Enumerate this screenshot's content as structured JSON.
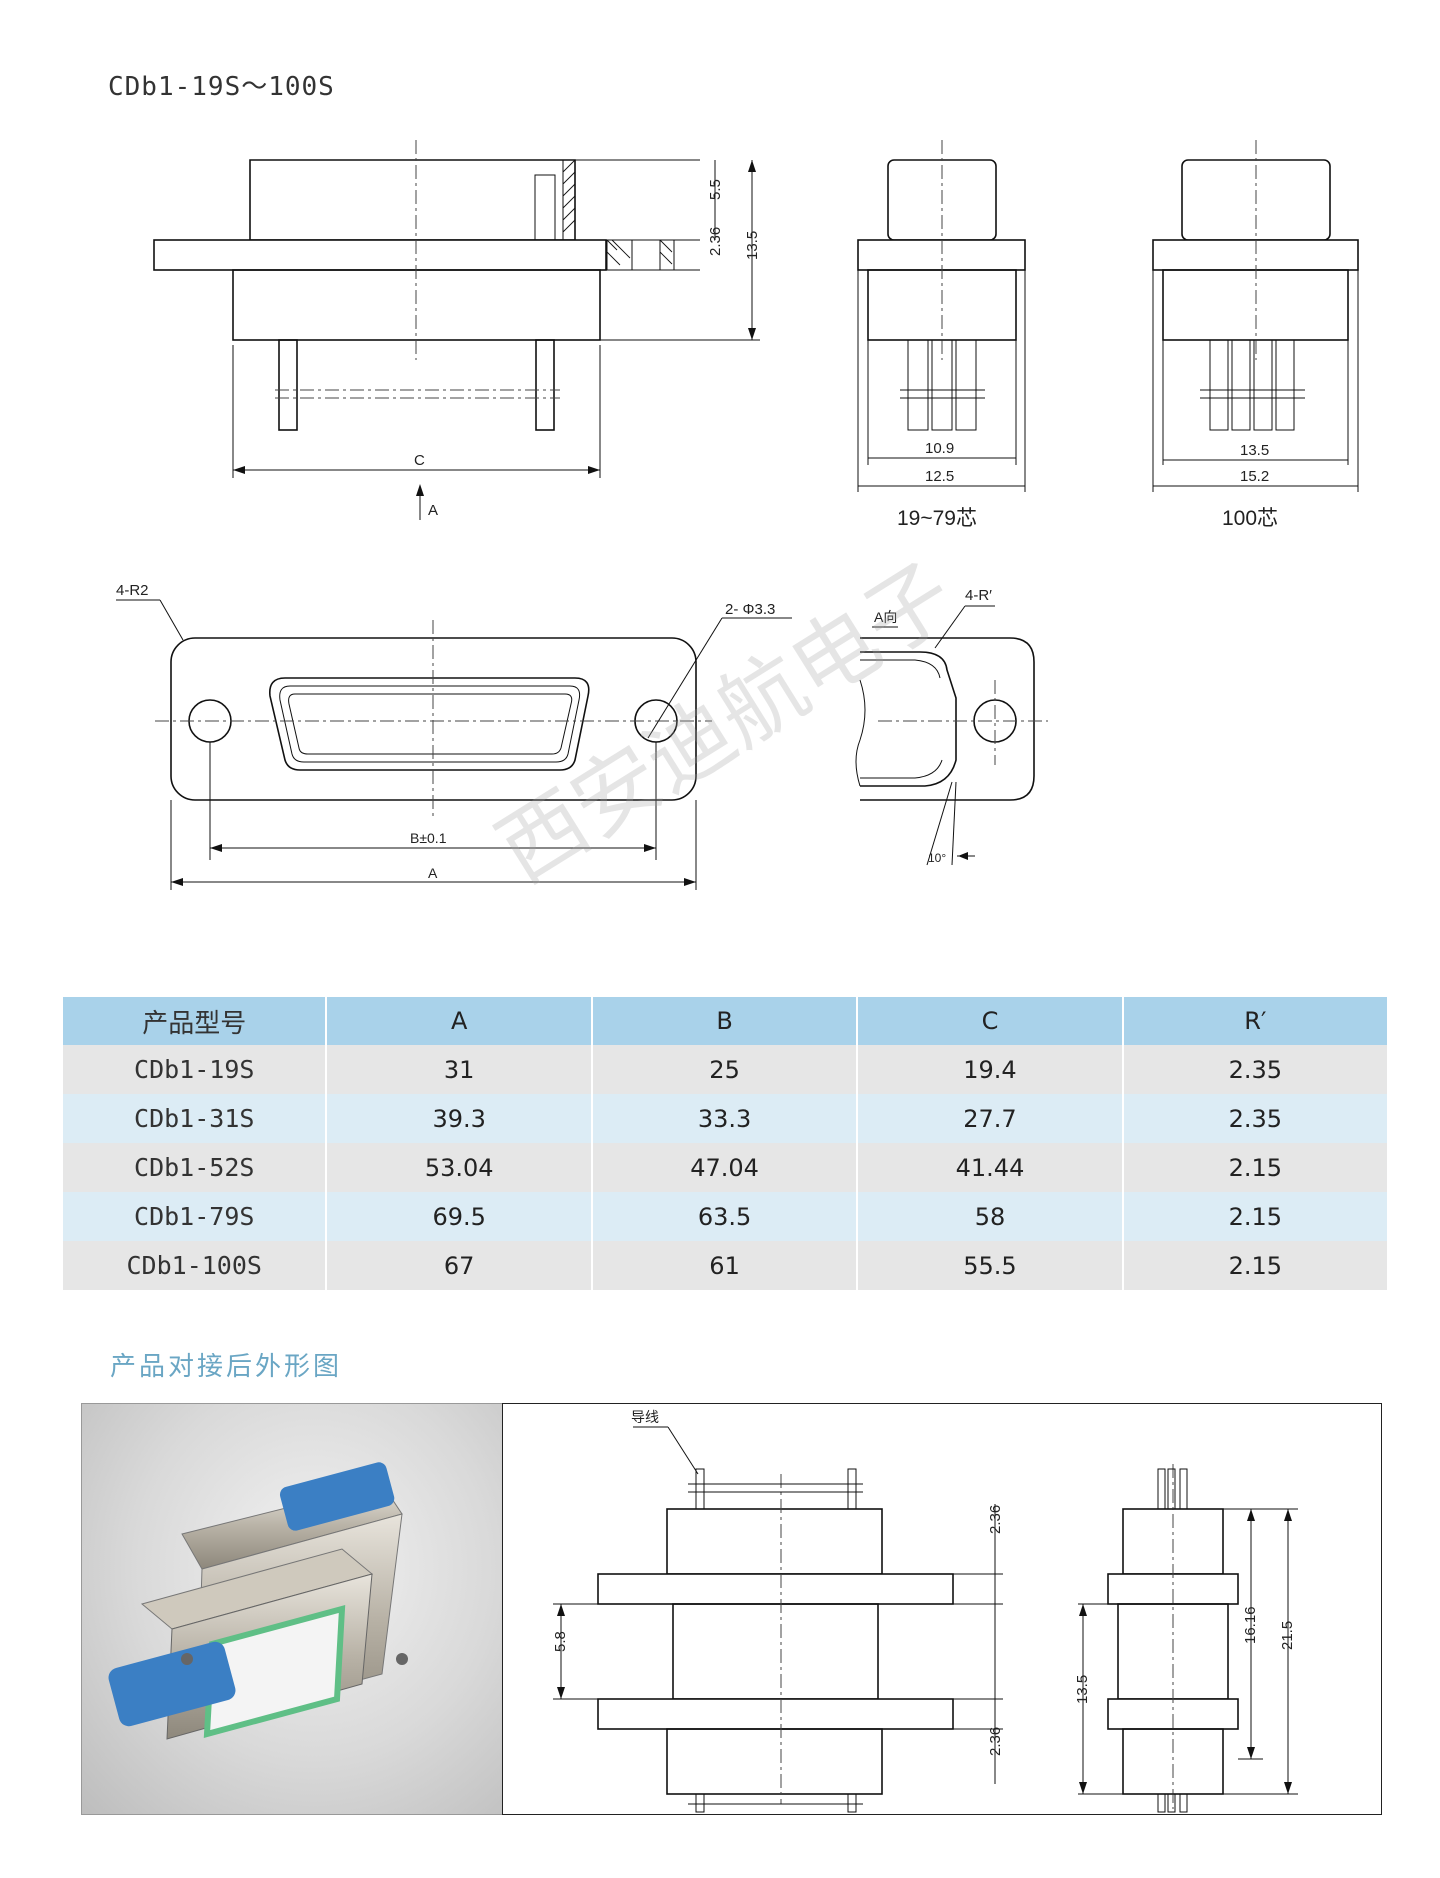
{
  "title": "CDb1-19S～100S",
  "drawing_top": {
    "dims": {
      "d55": "5.5",
      "d236": "2.36",
      "d135": "13.5",
      "c": "C",
      "a_arrow": "A"
    },
    "view_19_79": {
      "inner": "10.9",
      "outer": "12.5",
      "caption": "19~79芯"
    },
    "view_100": {
      "inner": "13.5",
      "outer": "15.2",
      "caption": "100芯"
    }
  },
  "drawing_mid": {
    "r2": "4-R2",
    "hole": "2- Φ3.3",
    "b": "B±0.1",
    "a": "A",
    "a_view": "A向",
    "r_prime": "4-R′",
    "angle": "10°"
  },
  "watermark": "西安迪航电子",
  "table": {
    "headers": [
      "产品型号",
      "A",
      "B",
      "C",
      "R′"
    ],
    "rows": [
      [
        "CDb1-19S",
        "31",
        "25",
        "19.4",
        "2.35"
      ],
      [
        "CDb1-31S",
        "39.3",
        "33.3",
        "27.7",
        "2.35"
      ],
      [
        "CDb1-52S",
        "53.04",
        "47.04",
        "41.44",
        "2.15"
      ],
      [
        "CDb1-79S",
        "69.5",
        "63.5",
        "58",
        "2.15"
      ],
      [
        "CDb1-100S",
        "67",
        "61",
        "55.5",
        "2.15"
      ]
    ]
  },
  "subtitle": "产品对接后外形图",
  "drawing_bottom": {
    "wire": "导线",
    "d236_top": "2.36",
    "d58": "5.8",
    "d236_bot": "2.36",
    "d135": "13.5",
    "d1616": "16.16",
    "d215": "21.5"
  },
  "colors": {
    "header_blue": "#a9d2ea",
    "row_gray": "#e6e6e6",
    "row_blue": "#dcecf5",
    "subtitle": "#6aa6c4",
    "connector_pins": "#3b7fc4"
  }
}
